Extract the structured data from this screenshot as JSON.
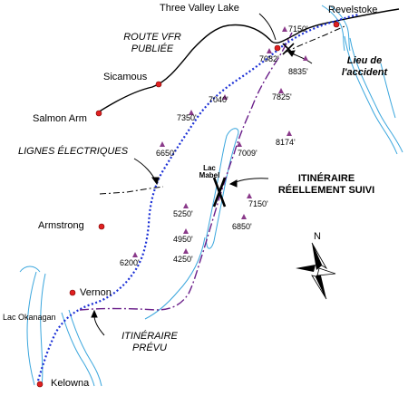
{
  "towns": {
    "three_valley_lake": "Three Valley Lake",
    "revelstoke": "Revelstoke",
    "sicamous": "Sicamous",
    "salmon_arm": "Salmon Arm",
    "armstrong": "Armstrong",
    "vernon": "Vernon",
    "kelowna": "Kelowna"
  },
  "labels": {
    "route_vfr_line1": "ROUTE VFR",
    "route_vfr_line2": "PUBLIÉE",
    "accident_line1": "Lieu de",
    "accident_line2": "l'accident",
    "power_lines": "LIGNES ÉLECTRIQUES",
    "actual_route_line1": "ITINÉRAIRE",
    "actual_route_line2": "RÉELLEMENT SUIVI",
    "planned_route_line1": "ITINÉRAIRE",
    "planned_route_line2": "PRÉVU",
    "lake_mabel_line1": "Lac",
    "lake_mabel_line2": "Mabel",
    "lake_okanagan": "Lac Okanagan",
    "north": "N"
  },
  "elevations": {
    "e7150_north": "7150'",
    "e7082": "7082'",
    "e8835": "8835'",
    "e7040": "7040'",
    "e7825": "7825'",
    "e7350": "7350'",
    "e8174": "8174'",
    "e6650": "6650'",
    "e7009": "7009'",
    "e7150_south": "7150'",
    "e5250": "5250'",
    "e6850": "6850'",
    "e4950": "4950'",
    "e4250": "4250'",
    "e6200": "6200'"
  },
  "colors": {
    "road": "#000000",
    "planned_route": "#1a2fd6",
    "actual_route": "#6a1f8a",
    "water": "#3aa6dd",
    "town_marker": "#e02020",
    "peak_marker": "#8a3a8a"
  }
}
